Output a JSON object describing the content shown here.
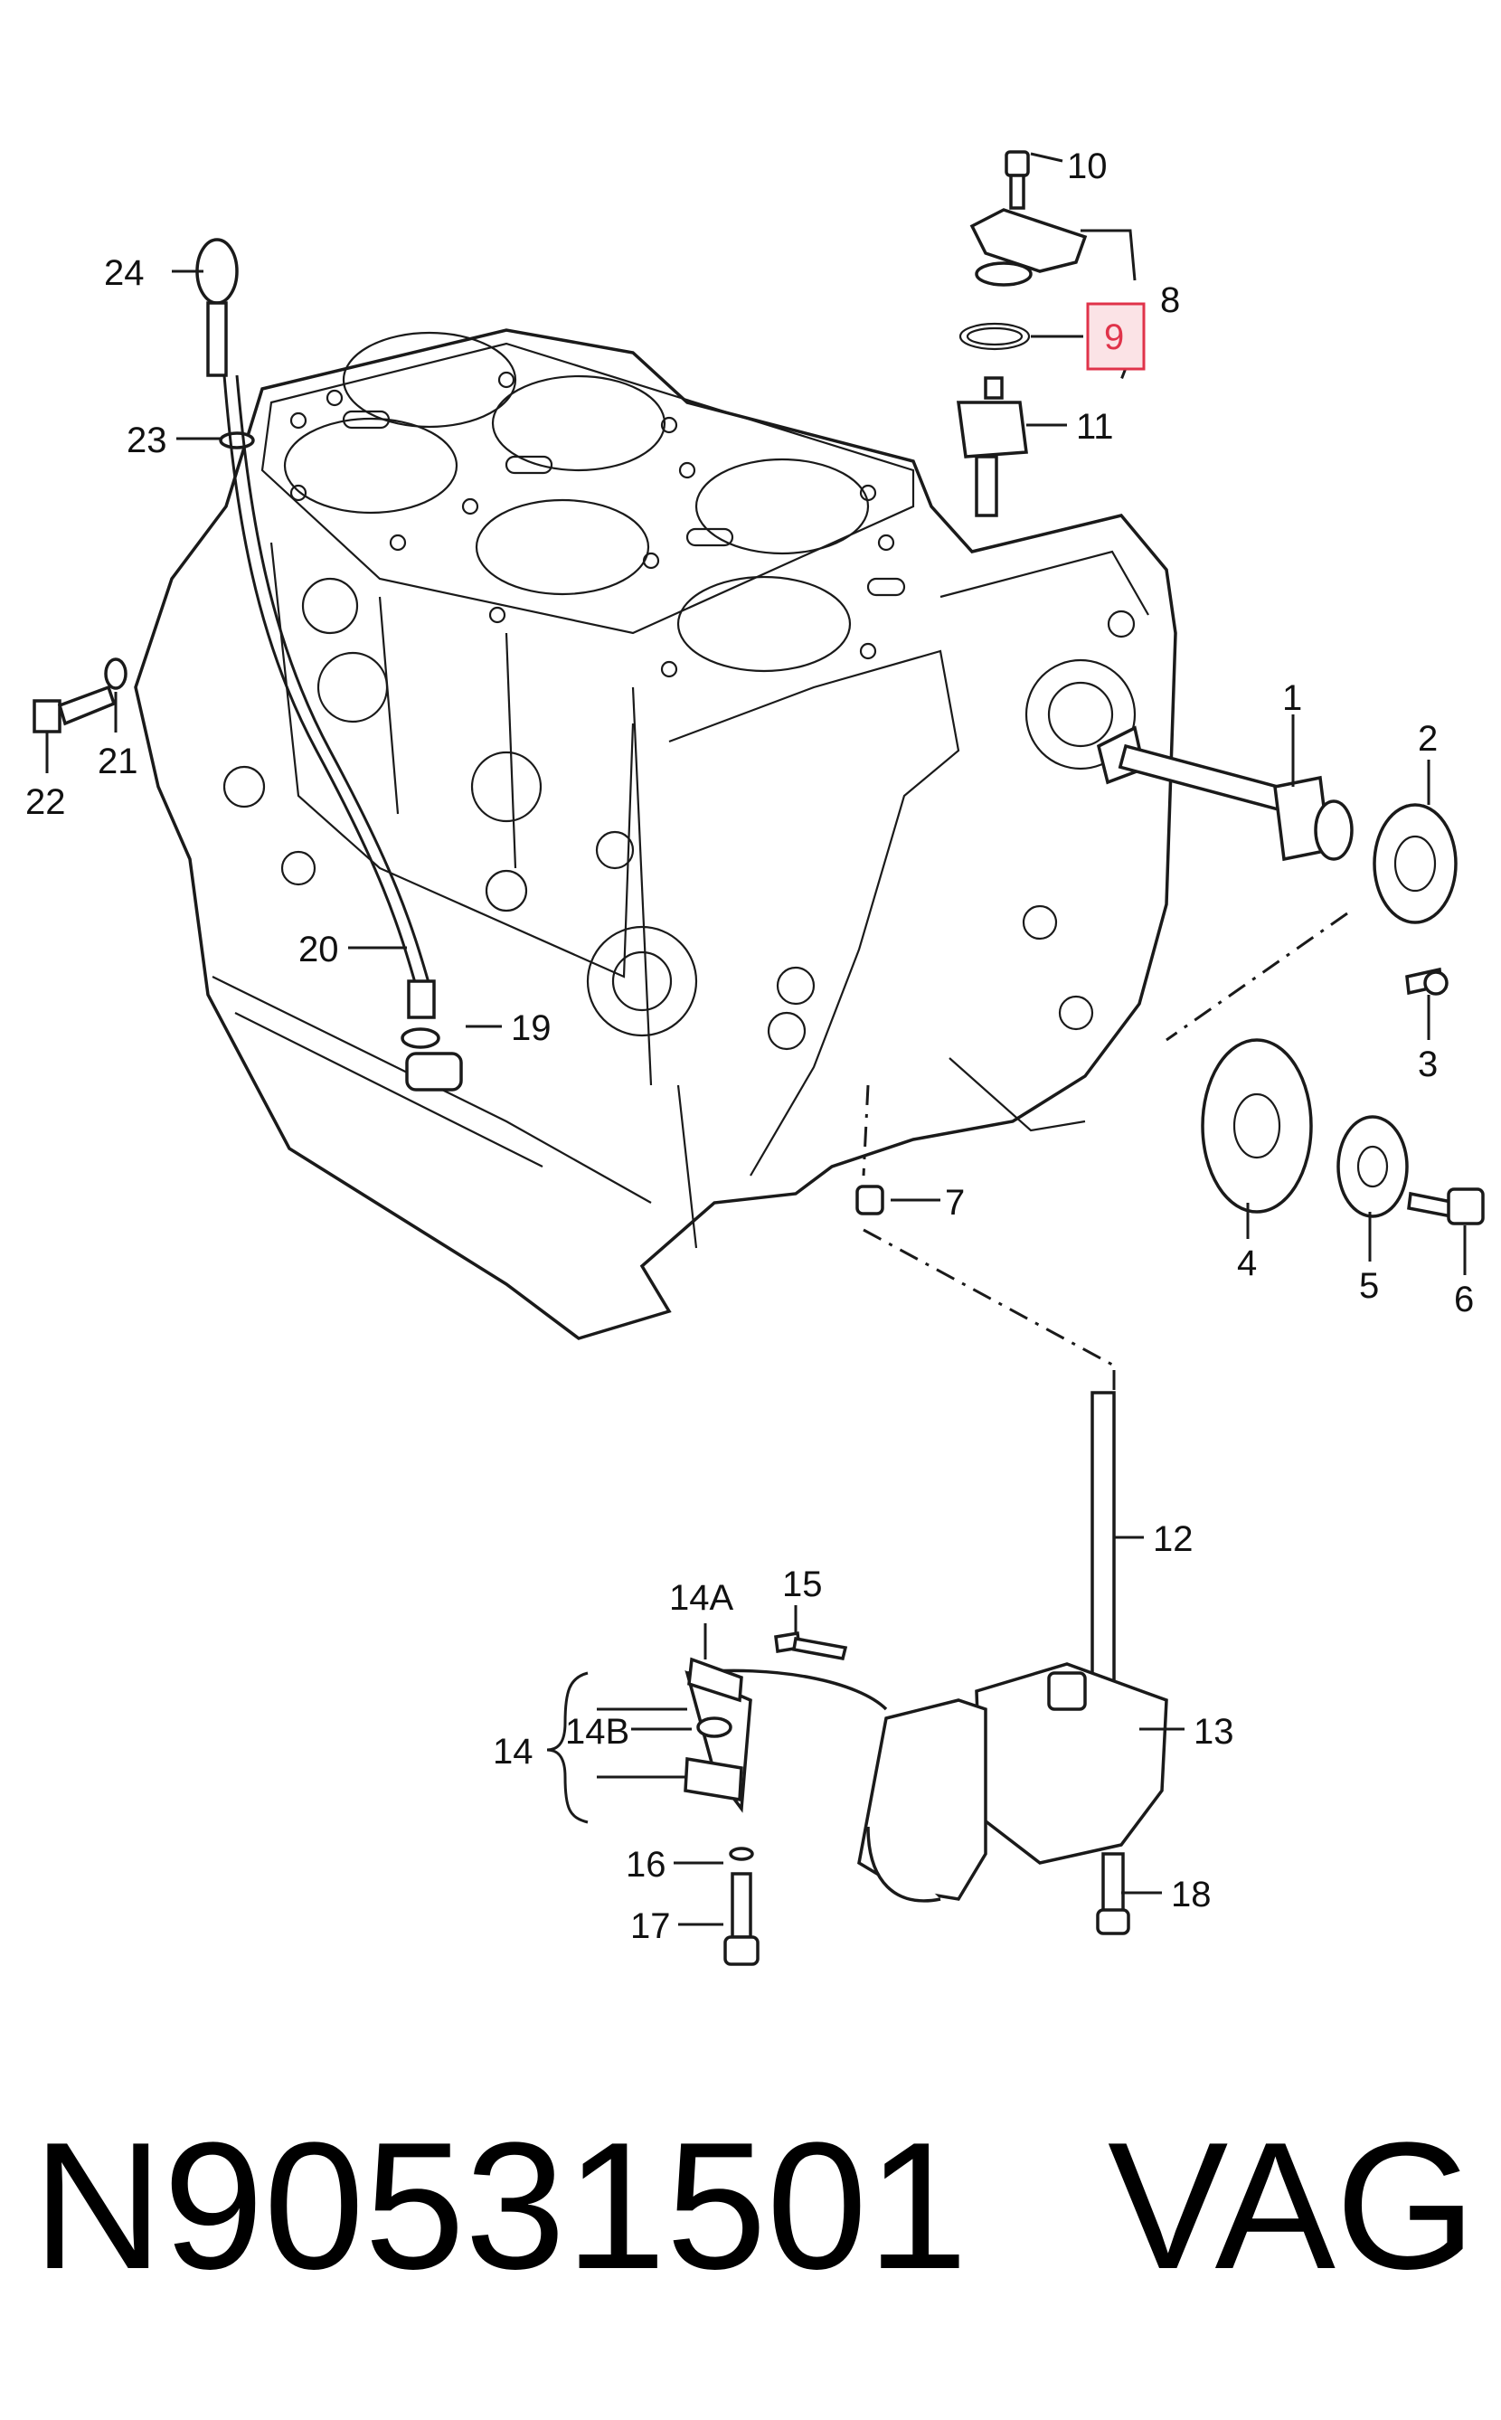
{
  "callouts": {
    "c1": "1",
    "c2": "2",
    "c3": "3",
    "c4": "4",
    "c5": "5",
    "c6": "6",
    "c7": "7",
    "c8": "8",
    "c9": "9",
    "c10": "10",
    "c11": "11",
    "c12": "12",
    "c13": "13",
    "c14": "14",
    "c14a": "14A",
    "c14b": "14B",
    "c15": "15",
    "c16": "16",
    "c17": "17",
    "c18": "18",
    "c19": "19",
    "c20": "20",
    "c21": "21",
    "c22": "22",
    "c23": "23",
    "c24": "24"
  },
  "highlighted_callout": "9",
  "highlight_color": "#e0334a",
  "footer": {
    "part_number": "N90531501",
    "brand": "VAG"
  }
}
